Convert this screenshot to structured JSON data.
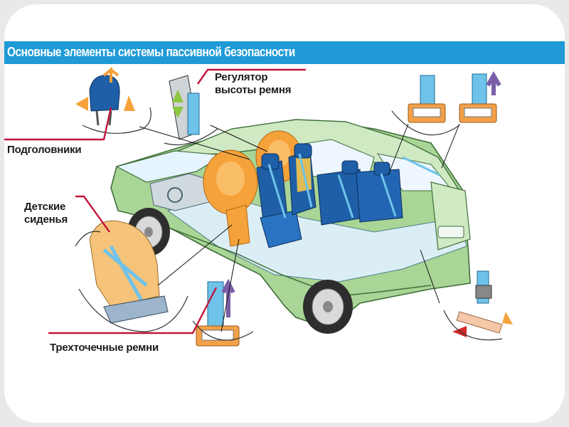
{
  "title": "Основные элементы системы пассивной безопасности",
  "labels": {
    "belt_height_line1": "Регулятор",
    "belt_height_line2": "высоты ремня",
    "headrests": "Подголовники",
    "child_seats_line1": "Детские",
    "child_seats_line2": "сиденья",
    "three_point_belts": "Трехточечные ремни"
  },
  "colors": {
    "title_bar": "#1f9ad6",
    "leader_line": "#c3163a",
    "car_body": "#9ccf8a",
    "airbag": "#f6a23a",
    "seat": "#1f5fa8",
    "belt": "#6fc3ea"
  }
}
